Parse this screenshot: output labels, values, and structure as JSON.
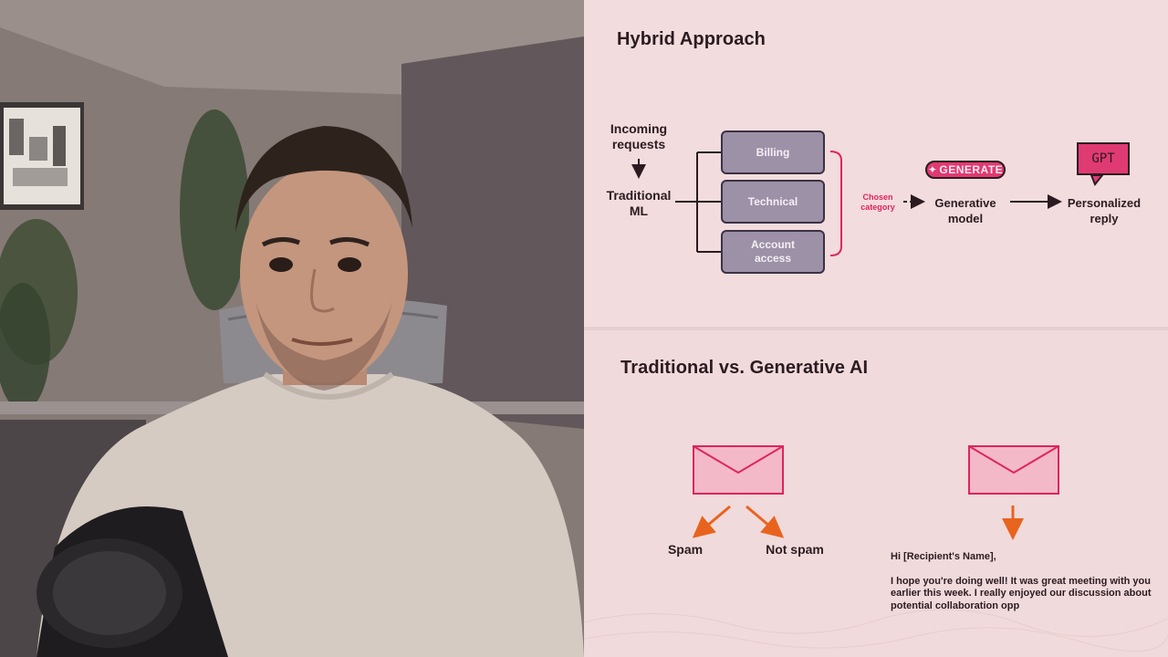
{
  "slide_top": {
    "title": "Hybrid Approach",
    "incoming": "Incoming\nrequests",
    "traditional_ml": "Traditional\nML",
    "categories": [
      "Billing",
      "Technical",
      "Account\naccess"
    ],
    "chosen_category": "Chosen\ncategory",
    "generate_badge": "GENERATE",
    "generative_model": "Generative\nmodel",
    "gpt_badge": "GPT",
    "personalized_reply": "Personalized\nreply"
  },
  "slide_bottom": {
    "title": "Traditional vs. Generative AI",
    "spam": "Spam",
    "not_spam": "Not spam",
    "email_greeting": "Hi [Recipient's Name],",
    "email_body": "I hope you're doing well! It was great meeting with you earlier this week. I really enjoyed our discussion about potential collaboration opp"
  },
  "colors": {
    "accent_pink": "#e0245e",
    "box_fill": "#9c91a6",
    "arrow_orange": "#e8641e"
  }
}
